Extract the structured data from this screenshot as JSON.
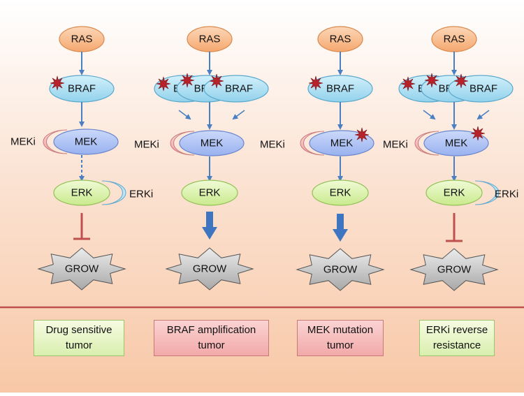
{
  "labels": {
    "ras": "RAS",
    "braf": "BRAF",
    "braf_fragment": "B",
    "braf_fragment_2": "BR",
    "mek": "MEK",
    "erk": "ERK",
    "meki": "MEKi",
    "erki": "ERKi",
    "grow": "GROW"
  },
  "captions": [
    "Drug sensitive tumor",
    "BRAF amplification tumor",
    "MEK mutation tumor",
    "ERKi reverse resistance"
  ],
  "colors": {
    "ras": "#f6b27e",
    "braf": "#a8dcf2",
    "mek": "#a9bff2",
    "erk": "#d9f2a8",
    "inhibitor": "#f6b6b6",
    "arrow": "#4a7fc1",
    "block": "#c0504d",
    "mutation": "#b8222a",
    "grow": "#c8c8c8",
    "divider": "#c0504d"
  }
}
